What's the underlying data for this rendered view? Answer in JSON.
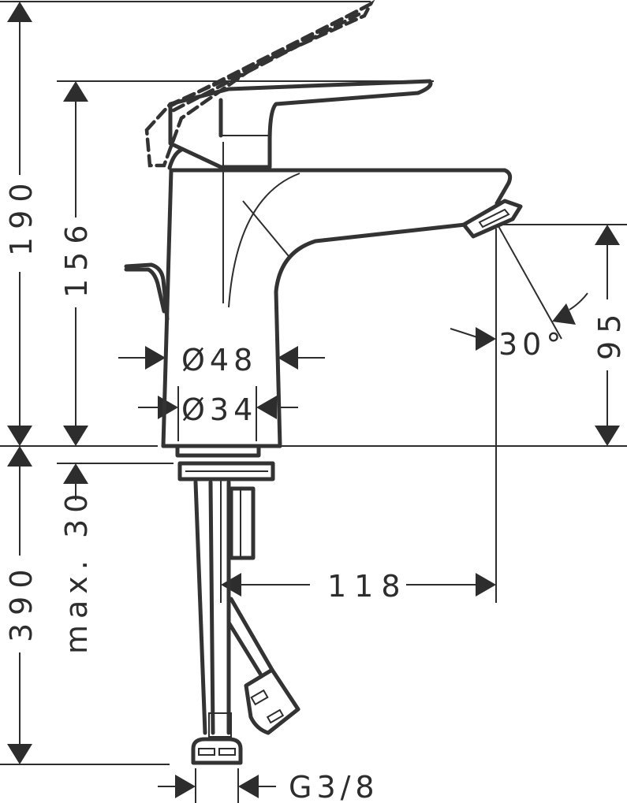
{
  "drawing": {
    "title": "Basin mixer faucet dimension drawing",
    "units": "mm",
    "line_color": "#2d2d2d",
    "background": "#ffffff"
  },
  "dimensions": {
    "total_height": "190",
    "spout_height": "156",
    "outlet_height": "95",
    "projection": "118",
    "body_diameter": "Ø48",
    "base_diameter": "Ø34",
    "below_deck": "390",
    "max_deck_thickness": "max. 30",
    "spray_angle": "30°",
    "connection_thread": "G3/8"
  },
  "components": {
    "handle": "lever-handle",
    "handle_open_position": "dashed-outline",
    "spout": "spout",
    "aerator": "aerator",
    "body": "mixer-body",
    "popup_rod": "pop-up-lever",
    "mounting": "mounting-nut",
    "hoses": [
      "supply-hose",
      "supply-hose-angled"
    ]
  }
}
